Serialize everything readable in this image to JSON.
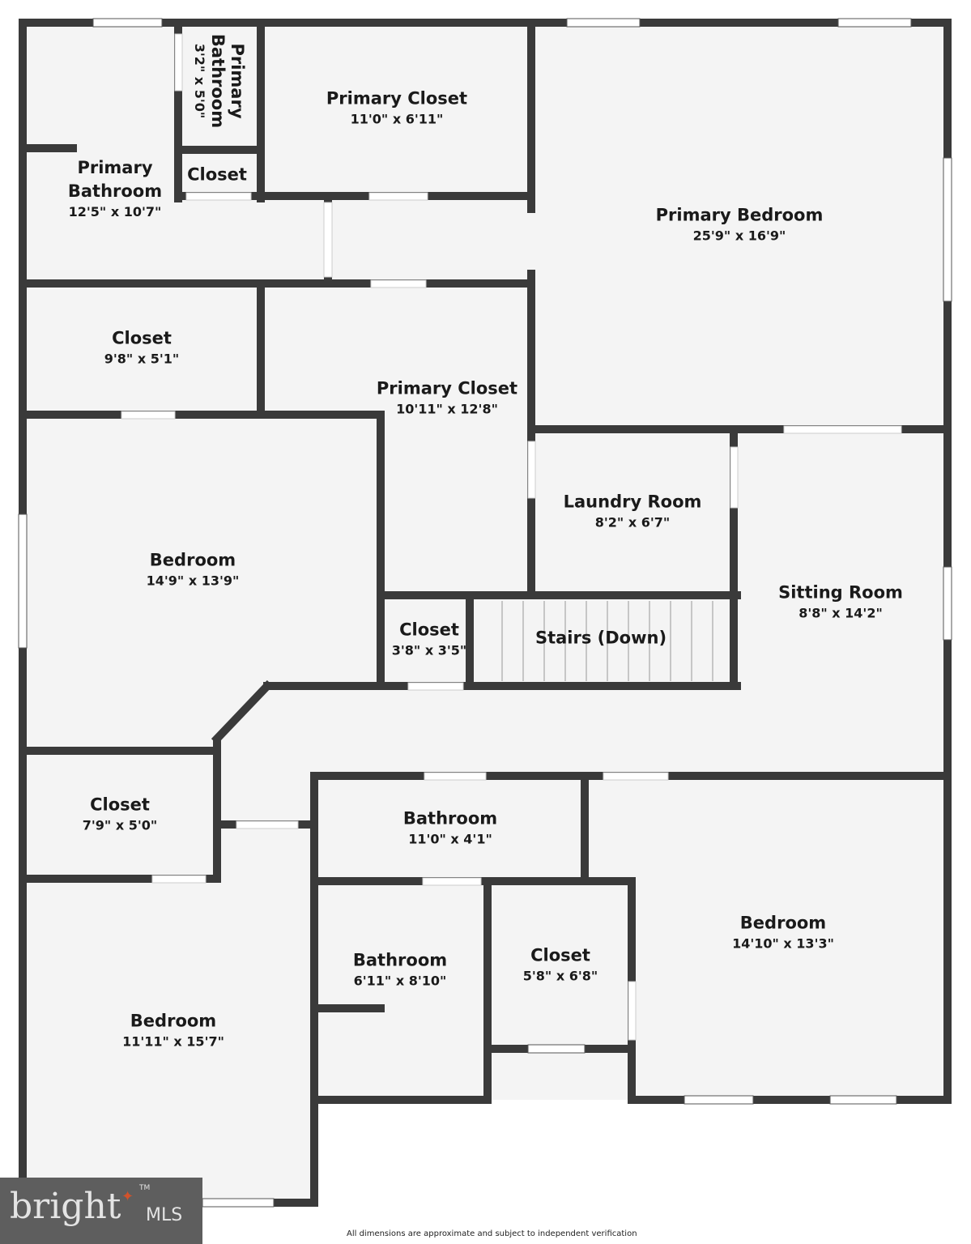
{
  "rooms": [
    {
      "name": "Primary Bathroom",
      "dims": "3'2\" x 5'0\""
    },
    {
      "name": "Primary Closet",
      "dims": "11'0\" x 6'11\""
    },
    {
      "name": "Closet",
      "dims": ""
    },
    {
      "name": "Primary Bathroom",
      "dims": "12'5\" x 10'7\""
    },
    {
      "name": "Primary Bedroom",
      "dims": "25'9\" x 16'9\""
    },
    {
      "name": "Closet",
      "dims": "9'8\" x 5'1\""
    },
    {
      "name": "Primary Closet",
      "dims": "10'11\" x 12'8\""
    },
    {
      "name": "Bedroom",
      "dims": "14'9\" x 13'9\""
    },
    {
      "name": "Laundry Room",
      "dims": "8'2\" x 6'7\""
    },
    {
      "name": "Sitting Room",
      "dims": "8'8\" x 14'2\""
    },
    {
      "name": "Closet",
      "dims": "3'8\" x 3'5\""
    },
    {
      "name": "Stairs (Down)",
      "dims": ""
    },
    {
      "name": "Closet",
      "dims": "7'9\" x 5'0\""
    },
    {
      "name": "Bathroom",
      "dims": "11'0\" x 4'1\""
    },
    {
      "name": "Bedroom",
      "dims": "14'10\" x 13'3\""
    },
    {
      "name": "Bathroom",
      "dims": "6'11\" x 8'10\""
    },
    {
      "name": "Closet",
      "dims": "5'8\" x 6'8\""
    },
    {
      "name": "Bedroom",
      "dims": "11'11\" x 15'7\""
    }
  ],
  "logo": {
    "brand": "bright",
    "suffix": "MLS",
    "tm": "TM"
  },
  "disclaimer": "All dimensions are approximate and subject to independent verification",
  "colors": {
    "wall": "#3a3a3a",
    "floor": "#f4f4f4",
    "logo_bg": "#5e5e5e",
    "logo_accent": "#d2522b"
  }
}
